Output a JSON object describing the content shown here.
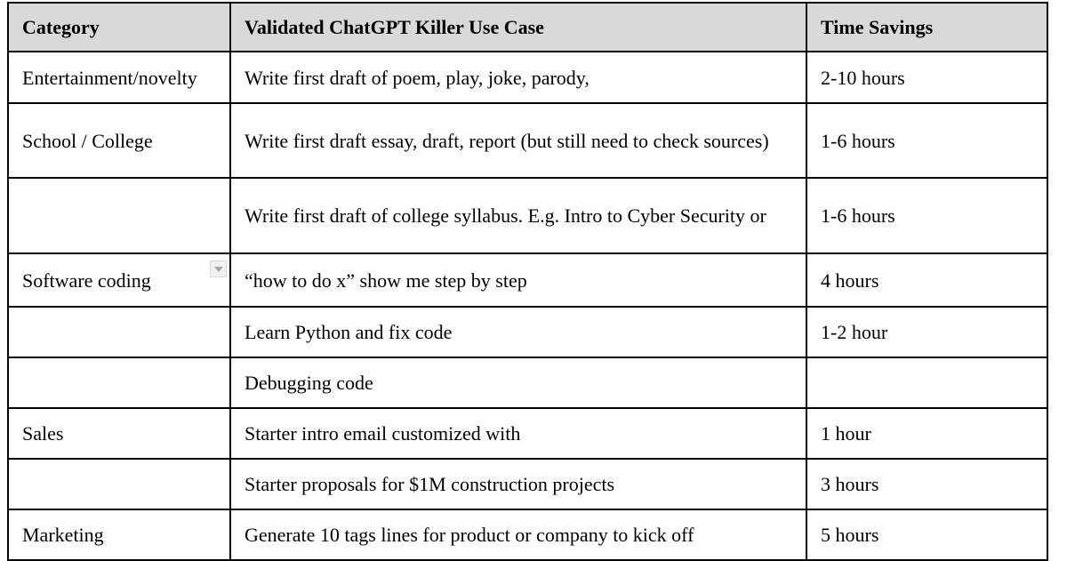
{
  "colors": {
    "header_background": "#d9d9d9",
    "table_border": "#000000",
    "body_background": "#ffffff",
    "dropdown_chip_background": "#f1f1f1",
    "dropdown_chip_border": "#d8d8d8",
    "dropdown_arrow": "#a6a6a6"
  },
  "icons": {
    "category_dropdown": "dropdown-arrow-icon"
  },
  "table": {
    "columns": [
      {
        "label": "Category"
      },
      {
        "label": "Validated ChatGPT Killer Use Case"
      },
      {
        "label": "Time Savings"
      }
    ],
    "rows": [
      {
        "category": "Entertainment/novelty",
        "use_case": "Write first draft of poem, play, joke, parody,",
        "time_savings": "2-10 hours"
      },
      {
        "category": "School / College",
        "use_case": "Write first draft essay, draft, report (but still need to check sources)",
        "time_savings": "1-6 hours"
      },
      {
        "category": "",
        "use_case": "Write first draft of college syllabus.  E.g. Intro to Cyber Security or",
        "time_savings": "1-6 hours"
      },
      {
        "category": "Software coding",
        "use_case": "“how to do x” show me step by step",
        "time_savings": "4 hours"
      },
      {
        "category": "",
        "use_case": "Learn Python and fix code",
        "time_savings": "1-2 hour"
      },
      {
        "category": "",
        "use_case": "Debugging code",
        "time_savings": ""
      },
      {
        "category": "Sales",
        "use_case": "Starter intro email customized with",
        "time_savings": "1 hour"
      },
      {
        "category": "",
        "use_case": "Starter proposals for $1M construction projects",
        "time_savings": "3 hours"
      },
      {
        "category": "Marketing",
        "use_case": "Generate 10 tags lines for product or company to kick off",
        "time_savings": "5 hours"
      }
    ]
  }
}
